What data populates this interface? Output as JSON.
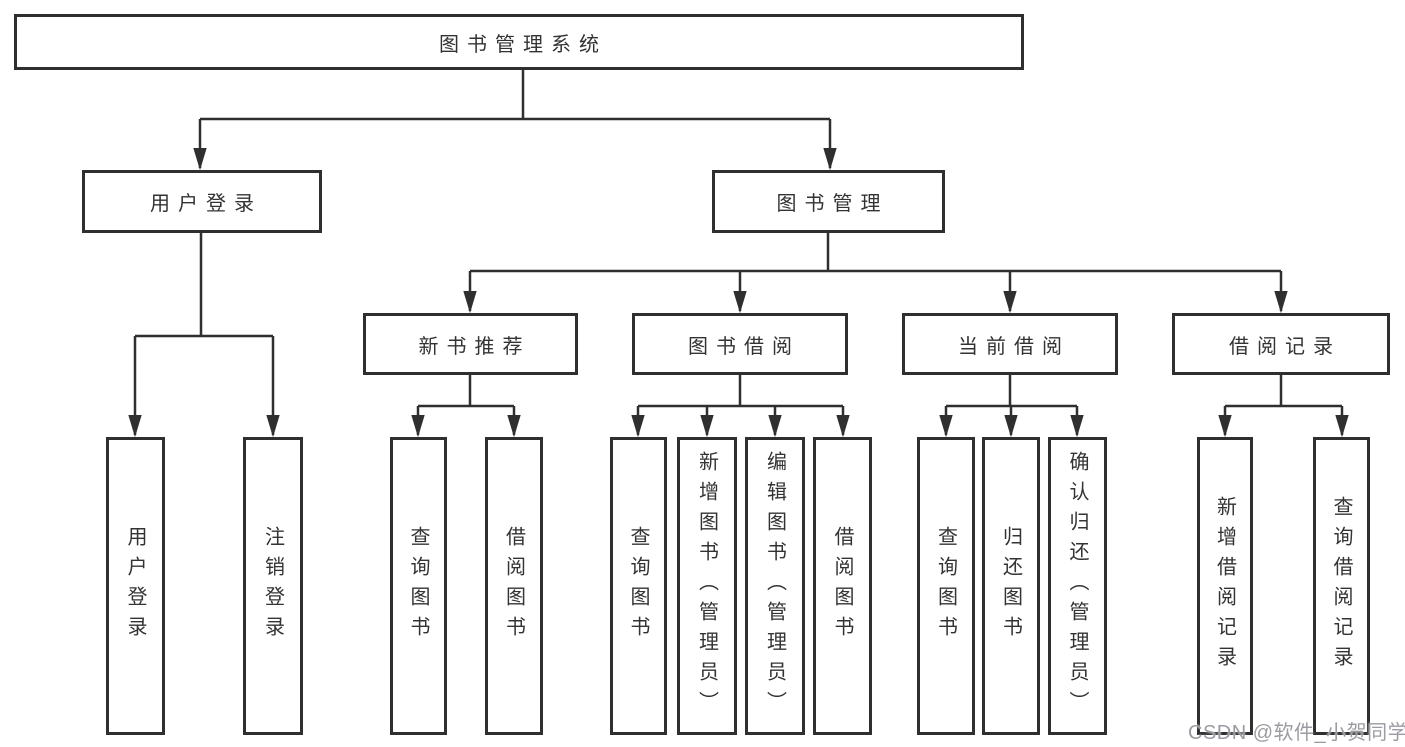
{
  "diagram": {
    "type": "org-tree",
    "root": {
      "label": "图书管理系统"
    },
    "branches": [
      {
        "label": "用户登录",
        "children": [
          {
            "label": "用户登录"
          },
          {
            "label": "注销登录"
          }
        ]
      },
      {
        "label": "图书管理",
        "children": [
          {
            "label": "新书推荐",
            "children": [
              {
                "label": "查询图书"
              },
              {
                "label": "借阅图书"
              }
            ]
          },
          {
            "label": "图书借阅",
            "children": [
              {
                "label": "查询图书"
              },
              {
                "label": "新增图书（管理员）"
              },
              {
                "label": "编辑图书（管理员）"
              },
              {
                "label": "借阅图书"
              }
            ]
          },
          {
            "label": "当前借阅",
            "children": [
              {
                "label": "查询图书"
              },
              {
                "label": "归还图书"
              },
              {
                "label": "确认归还（管理员）"
              }
            ]
          },
          {
            "label": "借阅记录",
            "children": [
              {
                "label": "新增借阅记录"
              },
              {
                "label": "查询借阅记录"
              }
            ]
          }
        ]
      }
    ]
  },
  "watermark": {
    "text": "CSDN @软件_小贺同学"
  },
  "colors": {
    "line": "#2f2f2f",
    "text": "#333333",
    "box_background": "#ffffff",
    "watermark": "#9b9ba3"
  }
}
